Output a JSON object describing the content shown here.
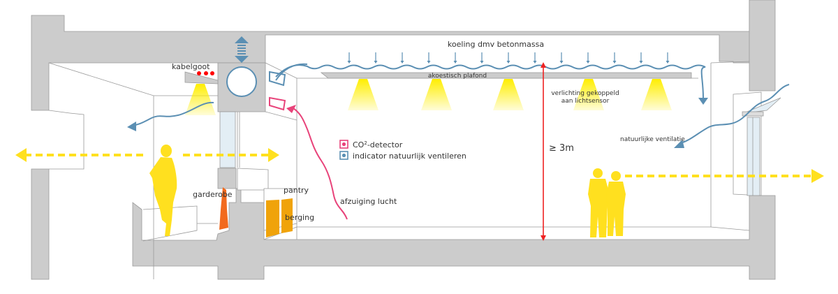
{
  "diagram": {
    "title": "Building section: room ventilation, cooling and lighting",
    "colors": {
      "concrete": "#cccccc",
      "outline": "#999999",
      "air_flow": "#5b8fb3",
      "exhaust": "#e8437a",
      "light": "#ffee00",
      "person": "#ffe01f",
      "coat": "#f26a1e",
      "storage_door": "#f0a30a",
      "height_marker": "#ee2222",
      "cable": "#ff0000",
      "glass": "#e3eef5"
    },
    "labels": {
      "cable_tray": "kabelgoot",
      "concrete_cooling": "koeling dmv betonmassa",
      "acoustic_ceiling": "akoestisch plafond",
      "lighting_line1": "verlichting gekoppeld",
      "lighting_line2": "aan lichtsensor",
      "natural_ventilation": "natuurlijke ventilatie",
      "ceiling_height": "≥ 3m",
      "exhaust_air": "afzuiging lucht",
      "wardrobe": "garderobe",
      "pantry": "pantry",
      "storage": "berging"
    },
    "legend": [
      {
        "label_main": "CO",
        "label_sup": "2",
        "label_rest": "-detector",
        "color": "#e8437a",
        "icon": "co2-detector-icon"
      },
      {
        "label_main": "indicator natuurlijk ventileren",
        "label_sup": "",
        "label_rest": "",
        "color": "#5b8fb3",
        "icon": "ventilation-indicator-icon"
      }
    ]
  }
}
